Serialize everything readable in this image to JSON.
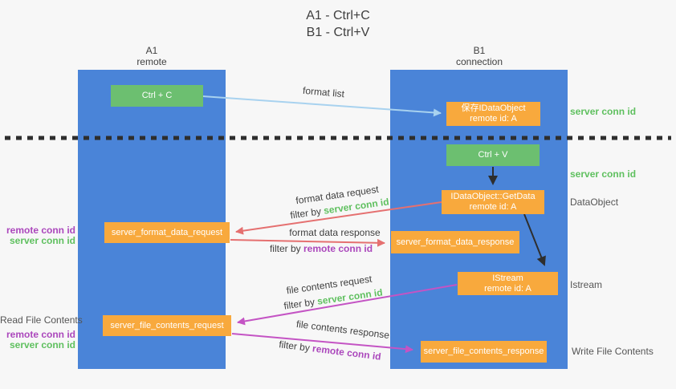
{
  "title": {
    "line1": "A1 - Ctrl+C",
    "line2": "B1 - Ctrl+V"
  },
  "columns": {
    "a1": {
      "name": "A1",
      "role": "remote"
    },
    "b1": {
      "name": "B1",
      "role": "connection"
    }
  },
  "nodes": {
    "ctrl_c": "Ctrl + C",
    "ctrl_v": "Ctrl + V",
    "save_idataobject": {
      "line1": "保存IDataObject",
      "line2": "remote id: A"
    },
    "getdata": {
      "line1": "IDataObject::GetData",
      "line2": "remote id: A"
    },
    "istream": {
      "line1": "IStream",
      "line2": "remote id: A"
    },
    "server_format_data_request": "server_format_data_request",
    "server_format_data_response": "server_format_data_response",
    "server_file_contents_request": "server_file_contents_request",
    "server_file_contents_response": "server_file_contents_response"
  },
  "labels": {
    "format_list": "format list",
    "format_data_request": "format data request",
    "format_data_response": "format data response",
    "file_contents_request": "file contents request",
    "file_contents_response": "file contents response",
    "filter_by": "filter by",
    "server_conn_id": "server conn id",
    "remote_conn_id": "remote conn id",
    "dataobject": "DataObject",
    "istream": "Istream",
    "read_file_contents": "Read File Contents",
    "write_file_contents": "Write File Contents"
  },
  "colors": {
    "background": "#f7f7f7",
    "lane_blue": "#4a84d8",
    "node_green": "#6cbf70",
    "node_orange": "#f8a93d",
    "node_text": "#ffffff",
    "arrow_red": "#e57070",
    "arrow_magenta": "#c454c4",
    "arrow_blue": "#a8d2ef",
    "arrow_black": "#2e2e2e",
    "text_dark": "#3f3f3f",
    "text_gray": "#555555",
    "text_green": "#5fc05f",
    "text_purple": "#ab47bc"
  }
}
